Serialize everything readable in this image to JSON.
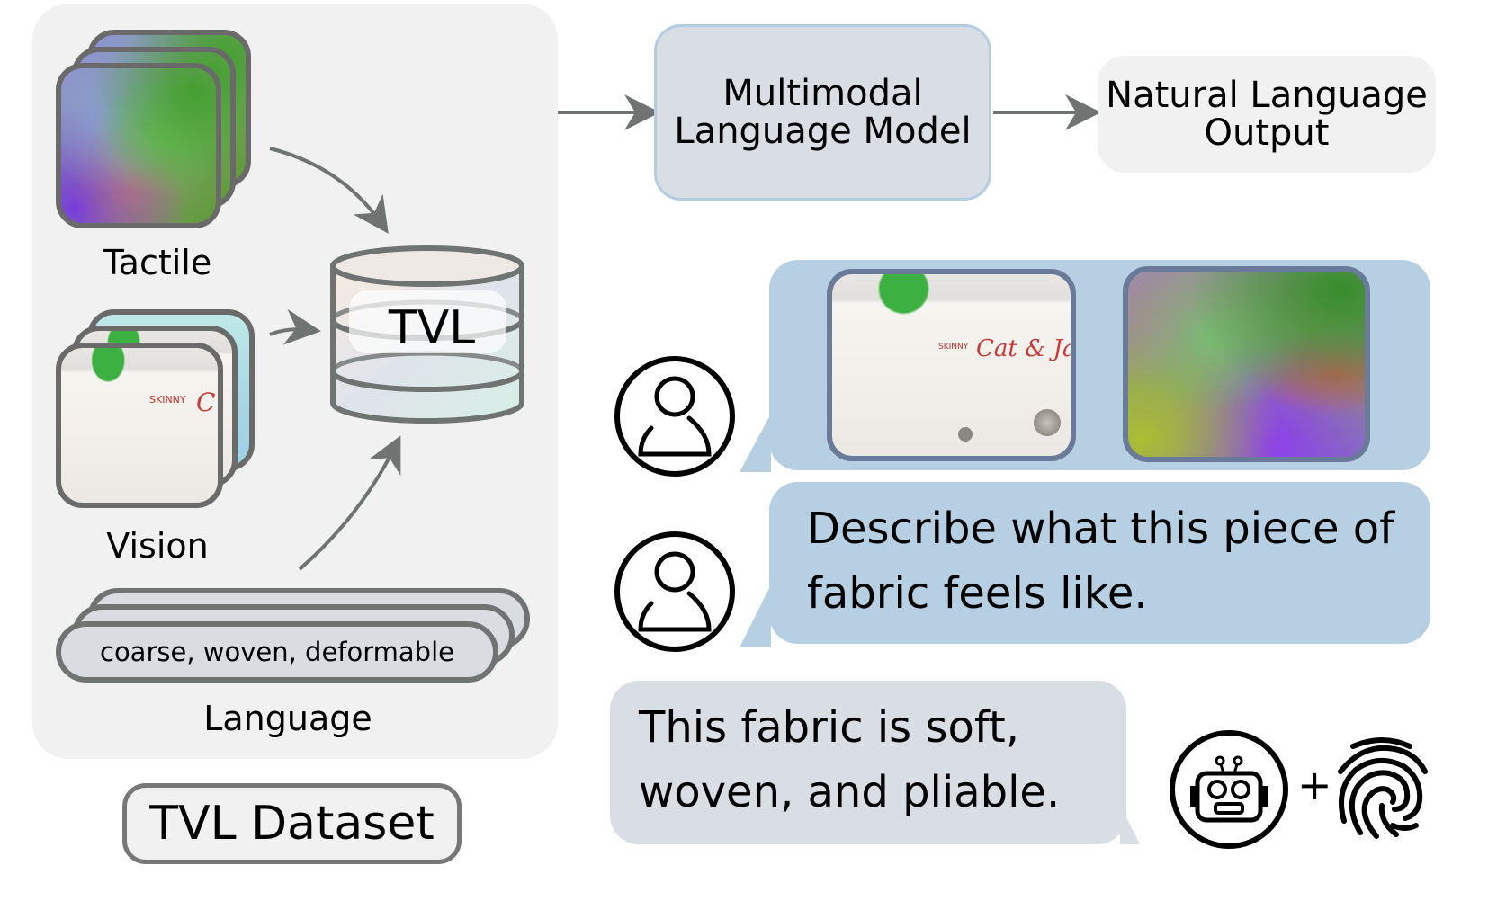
{
  "dataset_panel": {
    "modalities": {
      "tactile": {
        "label": "Tactile",
        "icon": "tactile-image-stack-icon"
      },
      "vision": {
        "label": "Vision",
        "icon": "vision-image-stack-icon"
      },
      "language": {
        "label": "Language",
        "sample_text": "coarse, woven, deformable"
      }
    },
    "database": {
      "label": "TVL",
      "icon": "database-cylinder-icon"
    },
    "title": "TVL Dataset"
  },
  "pipeline": {
    "model": "Multimodal Language Model",
    "model_lines": [
      "Multimodal",
      "Language Model"
    ],
    "output_lines": [
      "Natural Language",
      "Output"
    ]
  },
  "chat": {
    "user_icon": "user-avatar-icon",
    "image_message": {
      "vision_image": "jeans-photo",
      "vision_text": {
        "brand": "Cat & Jack",
        "tag": "SKINNY"
      },
      "tactile_image": "tactile-sensor-image"
    },
    "user_prompt": {
      "lines": [
        "Describe what this piece of",
        "fabric feels like."
      ]
    },
    "assistant_reply": {
      "lines": [
        "This fabric is soft,",
        "woven, and pliable."
      ],
      "icons": [
        "robot-icon",
        "plus-sign",
        "fingerprint-icon"
      ],
      "plus": "+"
    }
  },
  "colors": {
    "panel_bg": "#f1f1f1",
    "user_bubble": "#b7cfe3",
    "assistant_bubble": "#d8dee4",
    "arrow": "#6f7372",
    "border_gray": "#6a6a6a"
  }
}
